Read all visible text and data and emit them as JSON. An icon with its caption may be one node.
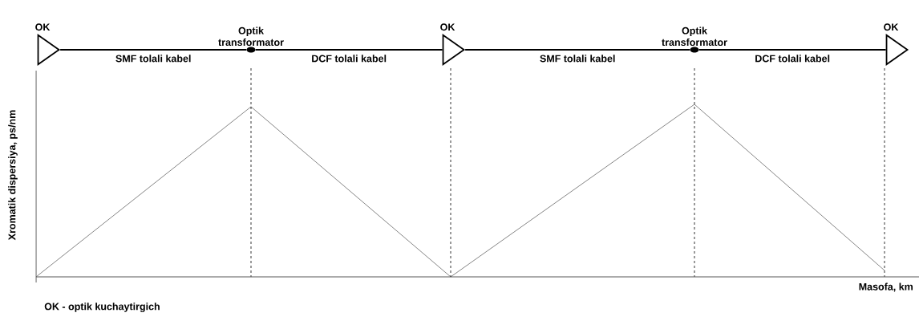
{
  "diagram": {
    "nodes": [
      {
        "text": [
          "OK"
        ]
      },
      {
        "text": [
          "Optik transformator"
        ]
      },
      {
        "text": [
          "OK"
        ]
      },
      {
        "text": [
          "Optik transformator"
        ]
      },
      {
        "text": [
          "OK"
        ]
      }
    ],
    "edges": [
      {
        "from": 0,
        "to": 1,
        "arrow": "none",
        "label": "SMF tolali kabel"
      },
      {
        "from": 1,
        "to": 2,
        "arrow": "none",
        "label": "DCF tolali kabel"
      },
      {
        "from": 2,
        "to": 3,
        "arrow": "none",
        "label": "SMF tolali kabel"
      },
      {
        "from": 3,
        "to": 4,
        "arrow": "none",
        "label": "DCF tolali kabel"
      }
    ],
    "labels": [
      "Xromatik dispersiya, ps/nm",
      "Masofa, km",
      "OK - optik kuchaytirgich"
    ]
  }
}
